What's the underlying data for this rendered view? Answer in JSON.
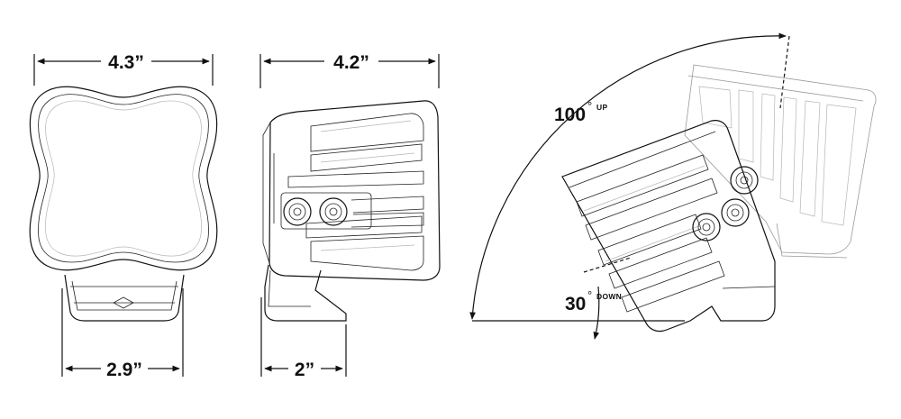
{
  "dimensions": {
    "front_width": "4.3”",
    "side_depth": "4.2”",
    "front_mount_width": "2.9”",
    "side_mount_depth": "2”"
  },
  "angles": {
    "up": {
      "value": "100",
      "degree": "°",
      "suffix": "UP"
    },
    "down": {
      "value": "30",
      "degree": "°",
      "suffix": "DOWN"
    }
  },
  "colors": {
    "line": "#111111",
    "ghost": "#9a9a9a",
    "background": "#ffffff"
  }
}
